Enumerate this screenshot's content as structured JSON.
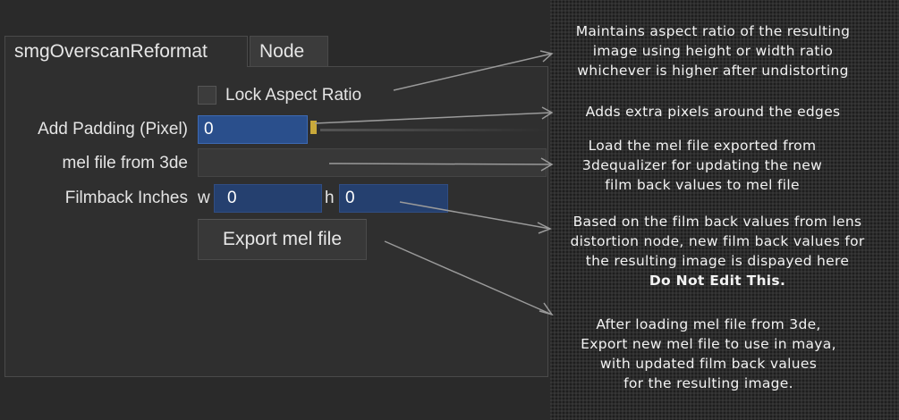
{
  "tabs": [
    {
      "label": "smgOverscanReformat",
      "active": true
    },
    {
      "label": "Node",
      "active": false
    }
  ],
  "form": {
    "lock_aspect_label": "Lock Aspect Ratio",
    "lock_aspect_checked": false,
    "padding_label": "Add Padding (Pixel)",
    "padding_value": "0",
    "mel_file_label": "mel file from 3de",
    "mel_file_value": "",
    "filmback_label": "Filmback Inches",
    "w_label": "w",
    "w_value": "0",
    "h_label": "h",
    "h_value": "0",
    "export_button_label": "Export mel file"
  },
  "annotations": {
    "lock_aspect": [
      "Maintains aspect ratio of the resulting",
      "image using height or width ratio",
      "whichever is higher after undistorting"
    ],
    "padding": [
      "Adds extra pixels around the edges"
    ],
    "mel_file": [
      "Load the mel file exported from",
      "3dequalizer for updating the new",
      "film back values to mel file"
    ],
    "filmback": [
      "Based on the film back values from lens",
      "distortion node, new film back values for",
      "the resulting image is dispayed here"
    ],
    "filmback_warning": "Do Not Edit This.",
    "export": [
      "After loading mel file from 3de,",
      "Export new mel file to use in maya,",
      "with updated film back values",
      "for the resulting image."
    ]
  },
  "colors": {
    "panel_bg": "#2f2f2f",
    "field_blue": "#2a4f8c",
    "slider_handle": "#c9a93a",
    "arrow": "#9a9a9a"
  }
}
